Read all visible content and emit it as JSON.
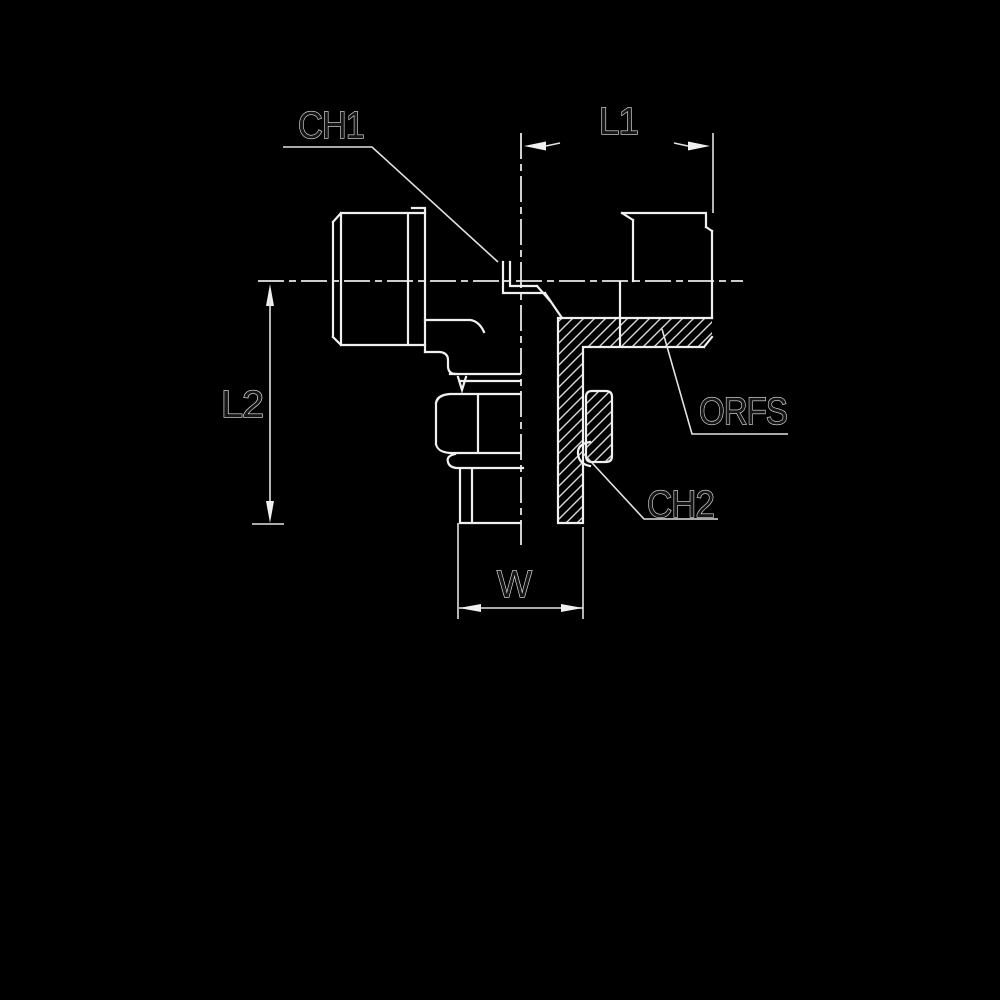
{
  "drawing": {
    "type": "technical-line-drawing",
    "subject": "90-degree elbow fitting with ORFS swivel nut, half-section view",
    "labels": {
      "ch1": "CH1",
      "l1": "L1",
      "l2": "L2",
      "orfs": "ORFS",
      "ch2": "CH2",
      "w": "W"
    },
    "colors": {
      "background": "#000000",
      "line": "#f0f0f0",
      "thin_line": "#e2e2e2",
      "hatch": "#d9d9d9",
      "text_outline": "#e8e8e8"
    }
  }
}
